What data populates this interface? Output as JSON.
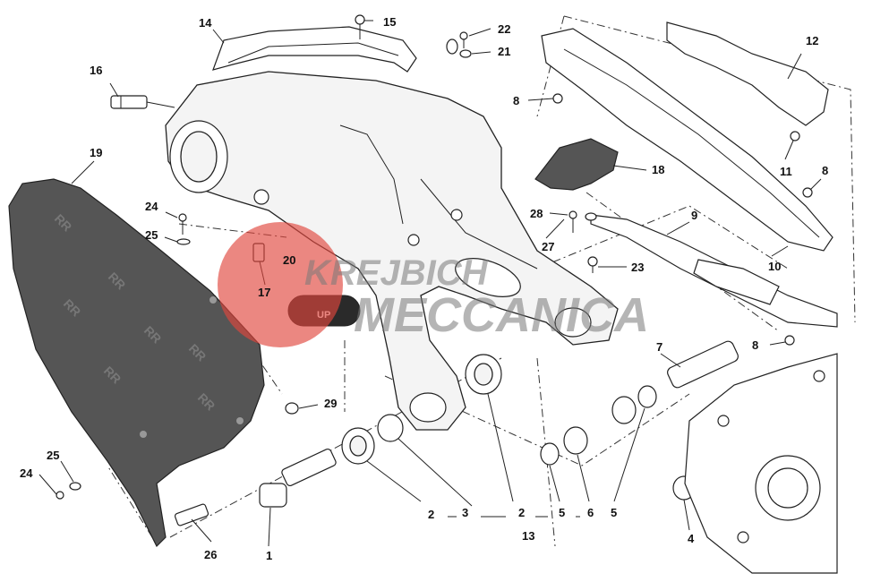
{
  "diagram": {
    "labels": [
      "14",
      "15",
      "22",
      "21",
      "12",
      "16",
      "8",
      "19",
      "11",
      "8",
      "18",
      "24",
      "25",
      "28",
      "9",
      "27",
      "20",
      "23",
      "17",
      "10",
      "8",
      "7",
      "29",
      "2",
      "3",
      "2",
      "5",
      "6",
      "5",
      "13",
      "4",
      "25",
      "24",
      "1",
      "26"
    ]
  },
  "watermark": {
    "line1": "KREJBICH",
    "line2": "MECCANICA",
    "colors": {
      "circle": "#e0463e",
      "text": "#7a7a7a"
    }
  },
  "sticker": {
    "text": "UP"
  },
  "colors": {
    "ink": "#222222",
    "dark_part": "#555555",
    "background": "#ffffff"
  }
}
